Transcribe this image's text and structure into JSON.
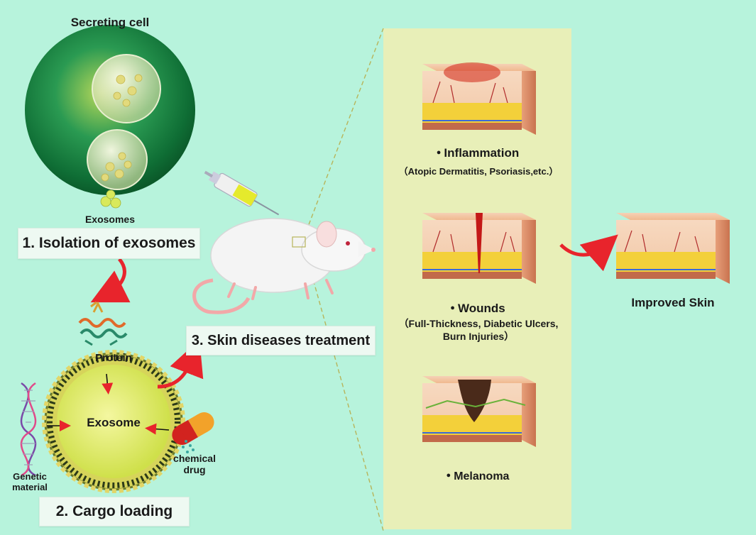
{
  "labels": {
    "secreting_cell": "Secreting cell",
    "exosomes": "Exosomes",
    "protein": "Protein",
    "exosome": "Exosome",
    "genetic_material": "Genetic\nmaterial",
    "chemical_drug": "chemical\ndrug",
    "improved_skin": "Improved Skin"
  },
  "steps": {
    "step1": "1. Isolation of exosomes",
    "step2": "2. Cargo loading",
    "step3": "3. Skin diseases treatment"
  },
  "conditions": [
    {
      "title": "Inflammation",
      "detail": "（Atopic Dermatitis, Psoriasis,etc.）"
    },
    {
      "title": "Wounds",
      "detail": "（Full-Thickness, Diabetic Ulcers,\nBurn Injuries）"
    },
    {
      "title": "Melanoma",
      "detail": ""
    }
  ],
  "colors": {
    "background": "#b7f3dc",
    "panel": "#e8efb8",
    "arrow": "#e8242c",
    "cell": "#1c8a4a",
    "exosome": "#e8f070"
  }
}
